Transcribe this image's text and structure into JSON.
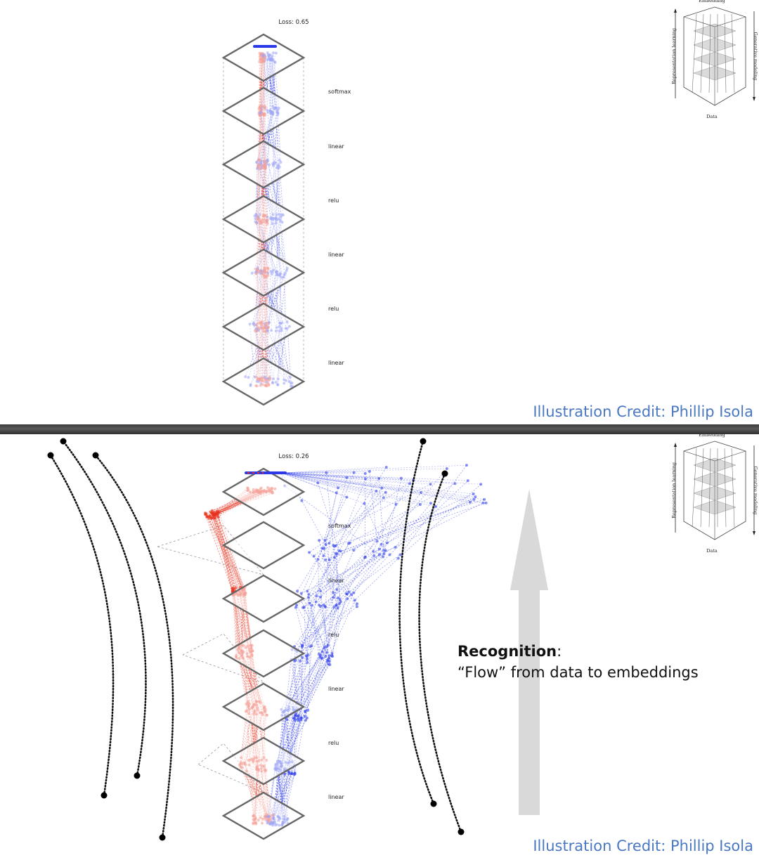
{
  "slides": [
    {
      "loss_label": "Loss: 0.65",
      "layer_ops": [
        "softmax",
        "linear",
        "relu",
        "linear",
        "relu",
        "linear"
      ],
      "credit": "Illustration Credit: Phillip Isola"
    },
    {
      "loss_label": "Loss: 0.26",
      "layer_ops": [
        "softmax",
        "linear",
        "relu",
        "linear",
        "relu",
        "linear"
      ],
      "credit": "Illustration Credit: Phillip Isola",
      "caption": {
        "title": "Recognition",
        "title_suffix": ":",
        "body": "“Flow” from data to embeddings"
      }
    }
  ],
  "concept_diagram": {
    "top_label": "Embedding",
    "bottom_label": "Data",
    "left_label": "Representation learning",
    "right_label": "Generative modeling"
  },
  "colors": {
    "class_a": "#e8321e",
    "class_b": "#2a3ae8",
    "credit": "#4a78c2",
    "arrow": "#d9d9d9"
  }
}
